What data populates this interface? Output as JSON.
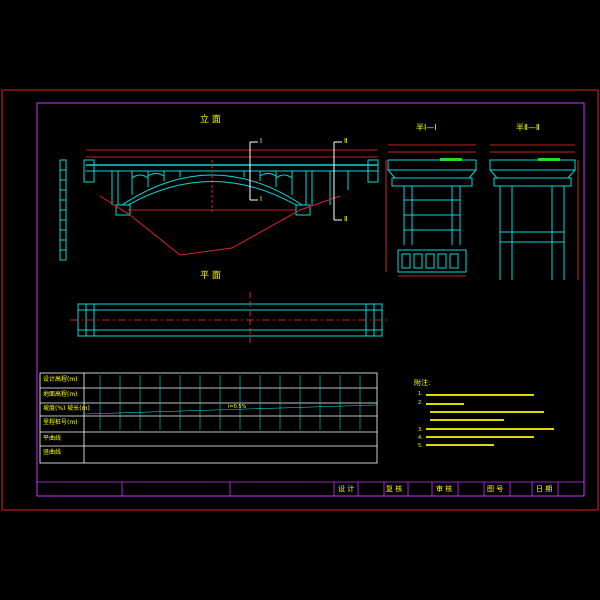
{
  "drawing": {
    "elevation_title": "立 面",
    "plan_title": "平 面",
    "section_a_title": "半Ⅰ—Ⅰ",
    "section_b_title": "半Ⅱ—Ⅱ",
    "section_mark_1": "Ⅰ",
    "section_mark_2": "Ⅱ"
  },
  "colors": {
    "background": "#000000",
    "outer_frame": "#e0202a",
    "inner_frame": "#cc33ff",
    "structure": "#00d8d8",
    "dimension": "#ff3030",
    "text": "#ffff00",
    "table_line": "#ffffff",
    "accent_green": "#22dd22"
  },
  "table": {
    "rows": [
      "设计高程(m)",
      "地面高程(m)",
      "坡度(%) 坡长(m)",
      "里程桩号(m)",
      "平曲线",
      "竖曲线"
    ],
    "grade_text": "i=0.5%"
  },
  "notes": {
    "heading": "附注:",
    "items": [
      "1.",
      "2.",
      "",
      "",
      "3.",
      "4.",
      "5."
    ]
  },
  "title_block": {
    "design": "设 计",
    "review": "复 核",
    "approve": "审 核",
    "drawing_no": "图 号",
    "date": "日 期"
  }
}
